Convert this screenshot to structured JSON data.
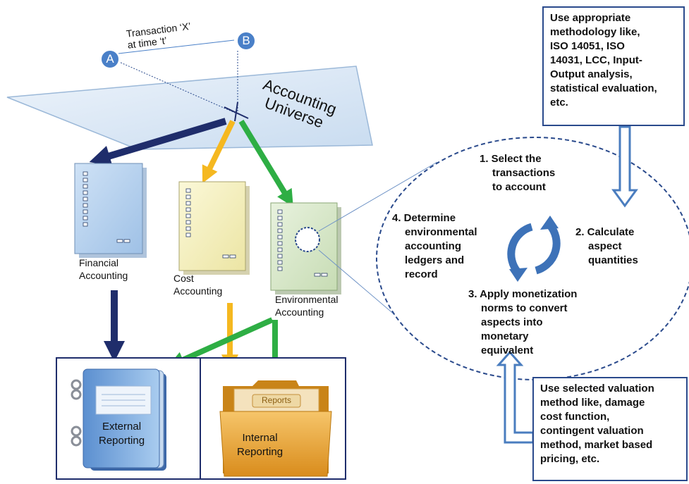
{
  "transaction": {
    "point_a": "A",
    "point_b": "B",
    "label_line1": "Transaction ‘X’",
    "label_line2": "at time ‘t’"
  },
  "universe": {
    "label_line1": "Accounting",
    "label_line2": "Universe"
  },
  "documents": {
    "financial": {
      "line1": "Financial",
      "line2": "Accounting"
    },
    "cost": {
      "line1": "Cost",
      "line2": "Accounting"
    },
    "environmental": {
      "line1": "Environmental",
      "line2": "Accounting"
    }
  },
  "reporting": {
    "external": {
      "line1": "External",
      "line2": "Reporting"
    },
    "internal": {
      "folder_tag": "Reports",
      "line1": "Internal",
      "line2": "Reporting"
    }
  },
  "cycle": {
    "step1": [
      "1.  Select the",
      "transactions",
      "to account"
    ],
    "step2": [
      "2.  Calculate",
      "aspect",
      "quantities"
    ],
    "step3": [
      "3.  Apply monetization",
      "norms to convert",
      "aspects into",
      "monetary",
      "equivalent"
    ],
    "step4": [
      "4.  Determine",
      "environmental",
      "accounting",
      "ledgers and",
      "record"
    ]
  },
  "methodology_box": {
    "lines": [
      "Use appropriate",
      "methodology like,",
      "ISO 14051, ISO",
      "14031, LCC, Input-",
      "Output analysis,",
      "statistical evaluation,",
      "etc."
    ]
  },
  "valuation_box": {
    "lines": [
      "Use selected valuation",
      "method like, damage",
      "cost function,",
      "contingent valuation",
      "method, market based",
      "pricing, etc."
    ]
  },
  "colors": {
    "financial_arrow": "#1f2d6b",
    "cost_arrow": "#f5b820",
    "environmental_arrow": "#2eae44",
    "plane_fill": "#dce8f5",
    "box_border": "#2a4a8c",
    "circle_border": "#2a4a8c",
    "blue_arrow": "#4a7dbf",
    "point_fill": "#4a80c8"
  }
}
